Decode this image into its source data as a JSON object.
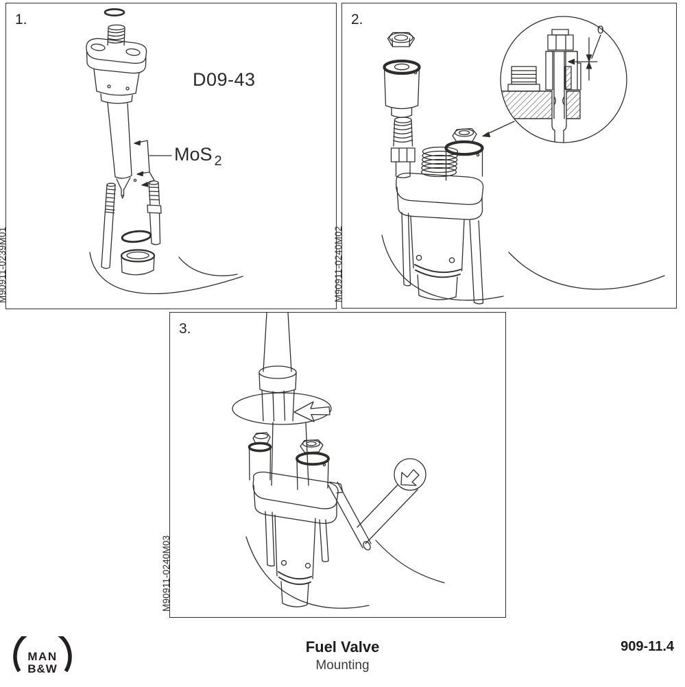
{
  "page": {
    "background": "#ffffff",
    "line_color": "#2e2d2c",
    "text_color": "#231f20"
  },
  "panels": {
    "p1": {
      "step": "1.",
      "figure_code": "M90911-0239M01",
      "part_ref": "D09-43",
      "coating_label": "MoS",
      "coating_subscript": "2",
      "illustration": "fuel valve exploded above studs, O-rings and guide sleeve on cylinder cover; MoS2 applied to nozzle surfaces"
    },
    "p2": {
      "step": "2.",
      "figure_code": "M90911-0240M02",
      "clearance_label": "0",
      "illustration": "nut and spacer fitted over stud; detail circle shows cross-section with zero clearance"
    },
    "p3": {
      "step": "3.",
      "figure_code": "M90911-0240M03",
      "illustration": "tightening with socket and tommy bar; rotation arrow and strike-direction arrow"
    }
  },
  "footer": {
    "logo_line1": "MAN",
    "logo_line2": "B&W",
    "title": "Fuel Valve",
    "subtitle": "Mounting",
    "doc_number": "909-11.4"
  }
}
